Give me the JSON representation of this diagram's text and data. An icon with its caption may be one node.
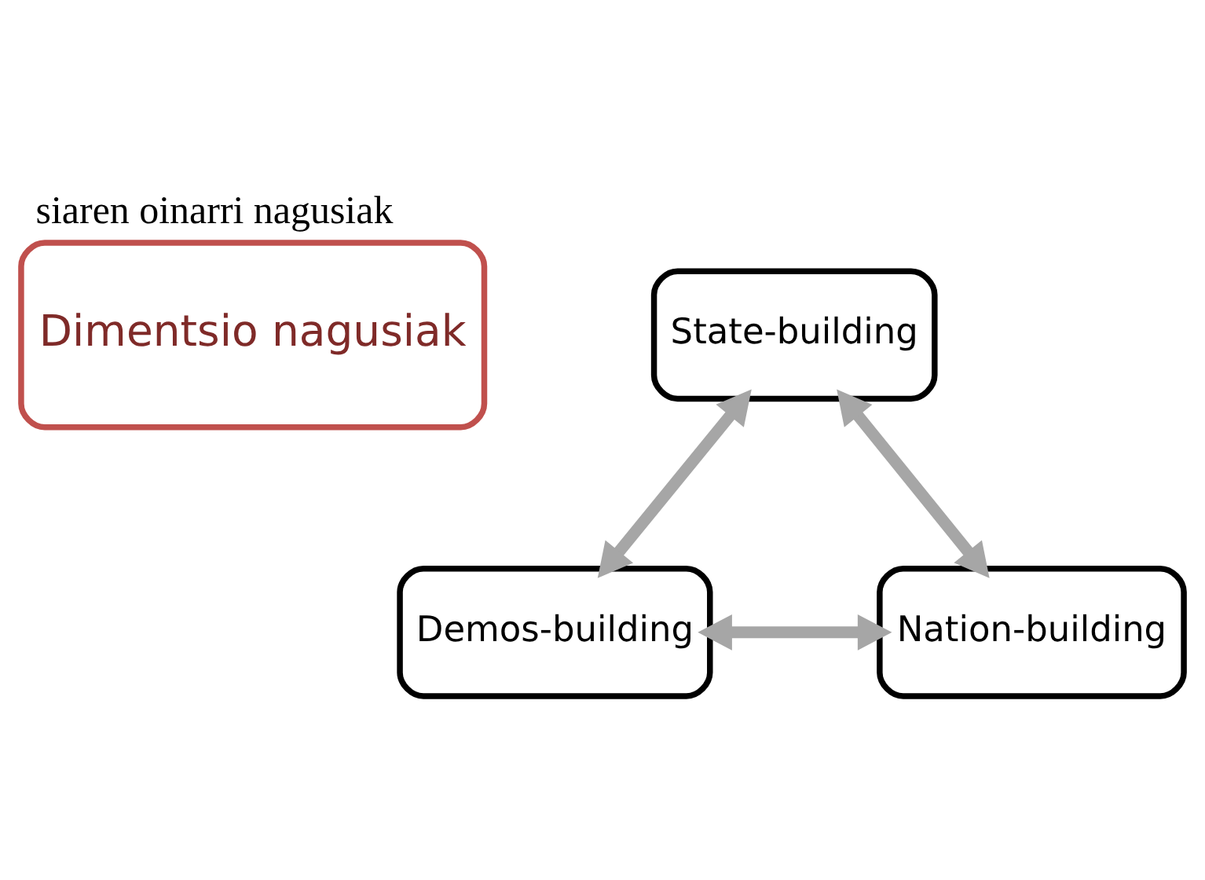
{
  "diagram": {
    "title": "siaren oinarri nagusiak",
    "nodes": [
      {
        "text": [
          "Dimentsio nagusiak"
        ]
      },
      {
        "text": [
          "State-building"
        ]
      },
      {
        "text": [
          "Demos-building"
        ]
      },
      {
        "text": [
          "Nation-building"
        ]
      }
    ],
    "edges": [
      {
        "from": 1,
        "to": 2,
        "arrow": "both"
      },
      {
        "from": 1,
        "to": 3,
        "arrow": "both"
      },
      {
        "from": 2,
        "to": 3,
        "arrow": "both"
      }
    ]
  }
}
